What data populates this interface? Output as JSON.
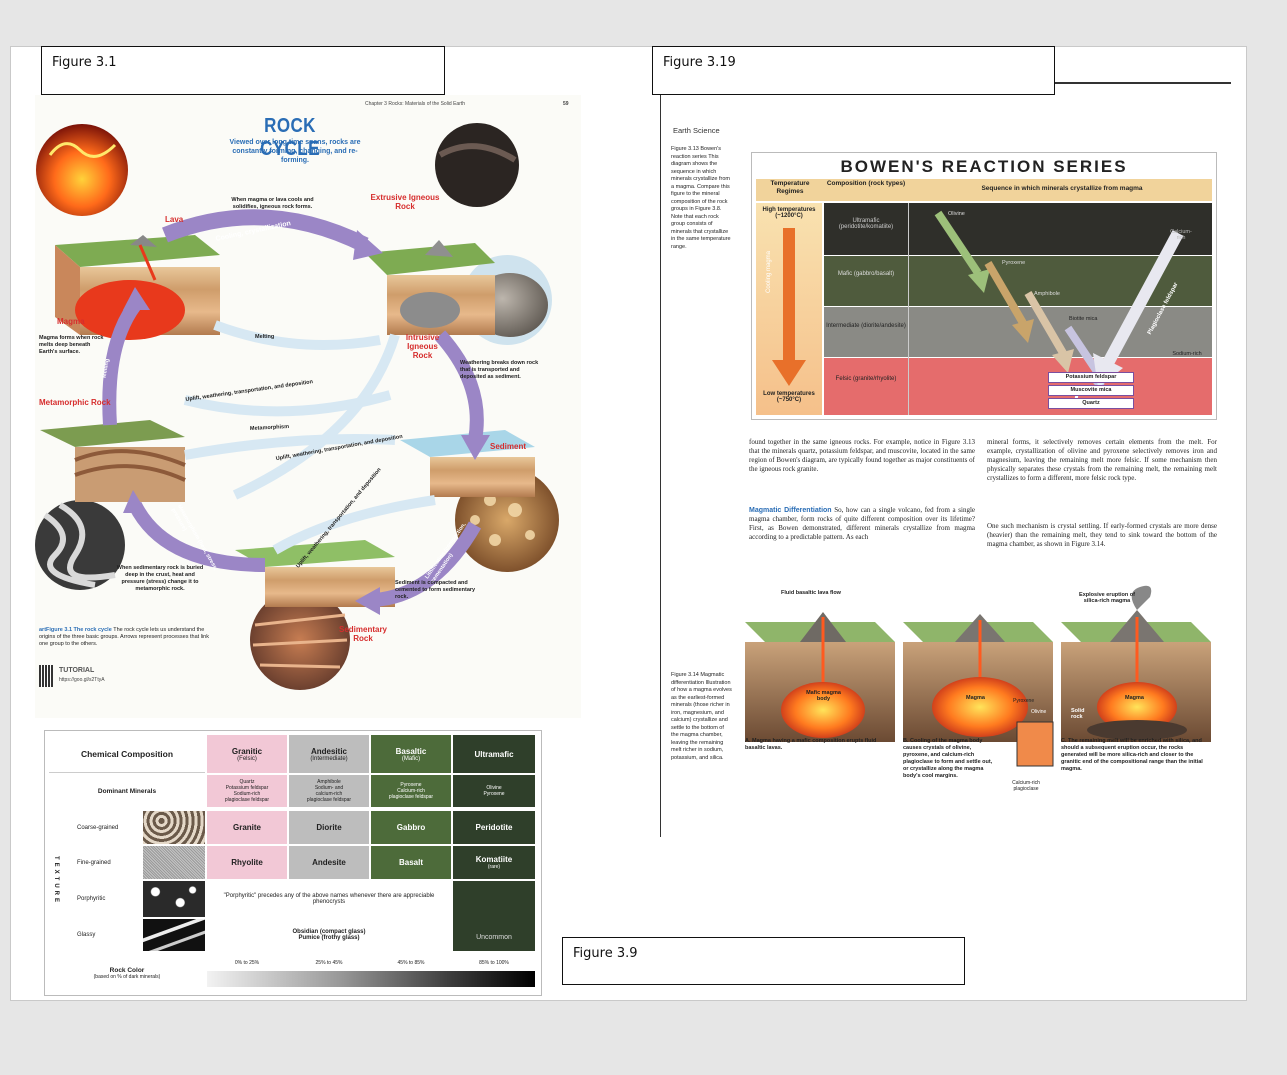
{
  "labels": {
    "fig31": "Figure 3.1",
    "fig319": "Figure 3.19",
    "fig39": "Figure 3.9"
  },
  "rock_cycle": {
    "header": "Chapter 3   Rocks: Materials of the Solid Earth",
    "page_number": "59",
    "title": "ROCK CYCLE",
    "subtitle": "Viewed over long time spans, rocks are constantly forming, changing, and re-forming.",
    "lava": "Lava",
    "magma": "Magma",
    "magma_note": "Magma forms when rock melts deep beneath Earth's surface.",
    "cooling_note": "When magma or lava cools and solidifies, igneous rock forms.",
    "extrusive": "Extrusive Igneous Rock",
    "intrusive": "Intrusive Igneous Rock",
    "cooling_arrow": "Cooling, crystallization",
    "melting_left": "Melting",
    "melting_mid": "Melting",
    "uplift1": "Uplift, weathering, transportation, and deposition",
    "uplift2": "Uplift, weathering, transportation, and deposition",
    "uplift3": "Uplift, weathering, transportation, and deposition",
    "metamorphism": "Metamorphism",
    "weathering_arrow": "Weathering, transport, deposition",
    "weathering_note": "Weathering breaks down rock that is transported and deposited as sediment.",
    "sediment": "Sediment",
    "metamorphic": "Metamorphic Rock",
    "meta_arrow": "Metamorphism (heat, stress, pressure)",
    "meta_note": "When sedimentary rock is buried deep in the crust, heat and pressure (stress) change it to metamorphic rock.",
    "lith_arrow": "Lithification (compaction, cementation)",
    "lith_note": "Sediment is compacted and cemented to form sedimentary rock.",
    "sedimentary": "Sedimentary Rock",
    "tutorial": "TUTORIAL",
    "tutorial_url": "https://goo.gl/s2TtyA",
    "caption_head": "artFigure 3.1 The rock cycle",
    "caption": "The rock cycle lets us understand the origins of the three basic groups. Arrows represent processes that link one group to the others."
  },
  "igneous_table": {
    "header_label": "Chemical Composition",
    "columns": [
      {
        "name": "Granitic",
        "sub": "(Felsic)",
        "minerals": "Quartz\nPotassium feldspar\nSodium-rich\nplagioclase feldspar",
        "coarse": "Granite",
        "fine": "Rhyolite",
        "color": "#f2c8d6"
      },
      {
        "name": "Andesitic",
        "sub": "(Intermediate)",
        "minerals": "Amphibole\nSodium- and\ncalcium-rich\nplagioclase feldspar",
        "coarse": "Diorite",
        "fine": "Andesite",
        "color": "#bdbdbd"
      },
      {
        "name": "Basaltic",
        "sub": "(Mafic)",
        "minerals": "Pyroxene\nCalcium-rich\nplagioclase feldspar",
        "coarse": "Gabbro",
        "fine": "Basalt",
        "color": "#4d6b3a"
      },
      {
        "name": "Ultramafic",
        "sub": "",
        "minerals": "Olivine\nPyroxene",
        "coarse": "Peridotite",
        "fine": "Komatiite",
        "fine_sub": "(rare)",
        "color": "#2f3f2a"
      }
    ],
    "dominant_label": "Dominant Minerals",
    "texture_label": "TEXTURE",
    "rows": {
      "coarse": "Coarse-grained",
      "fine": "Fine-grained",
      "porphyritic": "Porphyritic",
      "glassy": "Glassy"
    },
    "porphyritic_note": "\"Porphyritic\" precedes any of the above names whenever there are appreciable phenocrysts",
    "obsidian": "Obsidian (compact glass)",
    "pumice": "Pumice (frothy glass)",
    "uncommon": "Uncommon",
    "rock_color_label": "Rock Color",
    "rock_color_sub": "(based on % of dark minerals)",
    "percent_ranges": [
      "0% to 25%",
      "25% to 45%",
      "45% to 85%",
      "85% to 100%"
    ]
  },
  "bowen": {
    "running_head": "Earth Science",
    "side_caption": "Figure 3.13 Bowen's reaction series This diagram shows the sequence in which minerals crystallize from a magma. Compare this figure to the mineral composition of the rock groups in Figure 3.8. Note that each rock group consists of minerals that crystallize in the same temperature range.",
    "title": "BOWEN'S REACTION SERIES",
    "col_temp": "Temperature Regimes",
    "col_comp": "Composition (rock types)",
    "col_seq": "Sequence in which minerals crystallize from magma",
    "high_temp": "High temperatures (~1200°C)",
    "low_temp": "Low temperatures (~750°C)",
    "cooling": "Cooling magma",
    "comp_ultramafic": "Ultramafic (peridotite/komatiite)",
    "comp_mafic": "Mafic (gabbro/basalt)",
    "comp_intermediate": "Intermediate (diorite/andesite)",
    "comp_felsic": "Felsic (granite/rhyolite)",
    "olivine": "Olivine",
    "pyroxene": "Pyroxene",
    "amphibole": "Amphibole",
    "biotite": "Biotite mica",
    "calcium_rich": "Calcium-rich",
    "sodium_rich": "Sodium-rich",
    "plagioclase": "Plagioclase feldspar",
    "k_feldspar": "Potassium feldspar",
    "muscovite": "Muscovite mica",
    "quartz": "Quartz",
    "para_left_1": "found together in the same igneous rocks. For example, notice in Figure 3.13 that the minerals quartz, potassium feldspar, and muscovite, located in the same region of Bowen's diagram, are typically found together as major constituents of the igneous rock granite.",
    "para_left_head": "Magmatic Differentiation",
    "para_left_2": "So, how can a single volcano, fed from a single magma chamber, form rocks of quite different composition over its lifetime? First, as Bowen demonstrated, different minerals crystallize from magma according to a predictable pattern. As each",
    "para_right_1": "mineral forms, it selectively removes certain elements from the melt. For example, crystallization of olivine and pyroxene selectively removes iron and magnesium, leaving the remaining melt more felsic. If some mechanism then physically separates these crystals from the remaining melt, the remaining melt crystallizes to form a different, more felsic rock type.",
    "para_right_2": "One such mechanism is crystal settling. If early-formed crystals are more dense (heavier) than the remaining melt, they tend to sink toward the bottom of the magma chamber, as shown in Figure 3.14.",
    "fluid_basaltic": "Fluid basaltic lava flow",
    "explosive": "Explosive eruption of silica-rich magma",
    "mafic_body": "Mafic magma body",
    "magma": "Magma",
    "pyroxene_label": "Pyroxene",
    "olivine_label": "Olivine",
    "solid_rock": "Solid rock",
    "calcium_plag": "Calcium-rich plagioclase",
    "cap_a": "A. Magma having a mafic composition erupts fluid basaltic lavas.",
    "cap_b": "B. Cooling of the magma body causes crystals of olivine, pyroxene, and calcium-rich plagioclase to form and settle out, or crystallize along the magma body's cool margins.",
    "cap_c": "C. The remaining melt will be enriched with silica, and should a subsequent eruption occur, the rocks generated will be more silica-rich and closer to the granitic end of the compositional range than the initial magma.",
    "side_caption_2": "Figure 3.14 Magmatic differentiation Illustration of how a magma evolves as the earliest-formed minerals (those richer in iron, magnesium, and calcium) crystallize and settle to the bottom of the magma chamber, leaving the remaining melt richer in sodium, potassium, and silica."
  }
}
